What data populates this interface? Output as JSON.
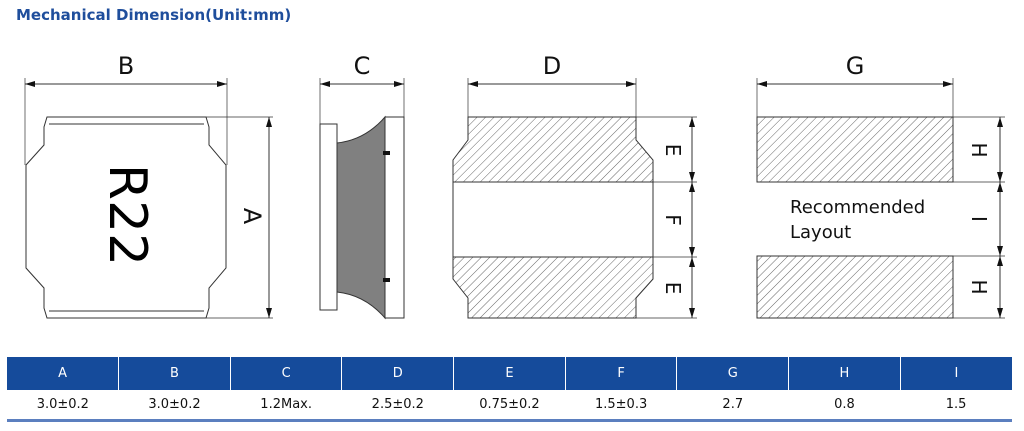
{
  "title": "Mechanical Dimension(Unit:mm)",
  "drawing": {
    "marking": "R22",
    "labels": {
      "A": "A",
      "B": "B",
      "C": "C",
      "D": "D",
      "E": "E",
      "F": "F",
      "G": "G",
      "H": "H",
      "I": "I"
    },
    "recommended_line1": "Recommended",
    "recommended_line2": "Layout"
  },
  "table": {
    "headers": [
      "A",
      "B",
      "C",
      "D",
      "E",
      "F",
      "G",
      "H",
      "I"
    ],
    "values": [
      "3.0±0.2",
      "3.0±0.2",
      "1.2Max.",
      "2.5±0.2",
      "0.75±0.2",
      "1.5±0.3",
      "2.7",
      "0.8",
      "1.5"
    ]
  },
  "colors": {
    "header_bg": "#154b9b",
    "title": "#1f4e9c",
    "core": "#808080"
  }
}
